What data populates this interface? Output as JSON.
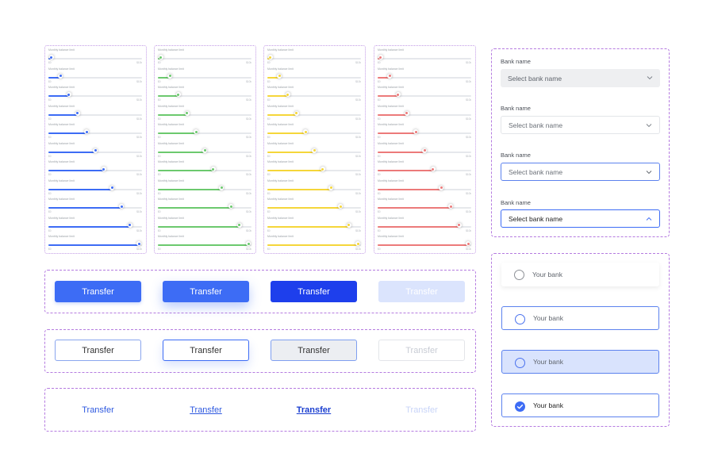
{
  "sliders": {
    "label": "Monthly balance limit",
    "min_label": "$0",
    "max_label": "$10k",
    "columns": [
      {
        "name": "blue",
        "color": "#3d6cf5"
      },
      {
        "name": "green",
        "color": "#6cc96e"
      },
      {
        "name": "yellow",
        "color": "#f5d63a"
      },
      {
        "name": "red",
        "color": "#ec7a7a"
      }
    ],
    "levels": [
      0.03,
      0.13,
      0.22,
      0.31,
      0.41,
      0.5,
      0.59,
      0.68,
      0.78,
      0.87,
      0.97
    ]
  },
  "buttons": {
    "label": "Transfer"
  },
  "select": {
    "label": "Bank name",
    "placeholder": "Select bank name"
  },
  "radio": {
    "label": "Your bank"
  }
}
